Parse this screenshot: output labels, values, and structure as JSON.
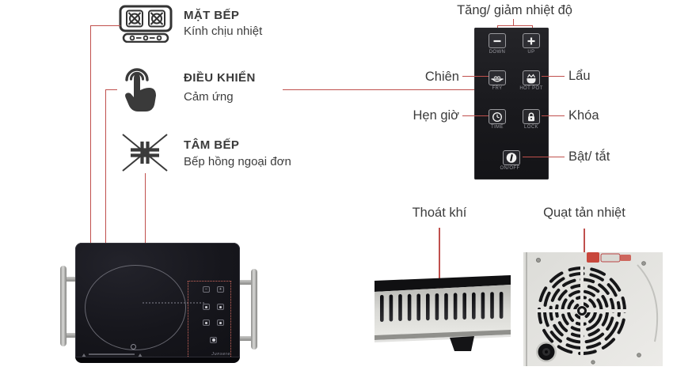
{
  "colors": {
    "accent_red": "#c0504d",
    "text": "#3b3b3b",
    "panel_black": "#1a1a1e"
  },
  "features": [
    {
      "title": "MẶT BẾP",
      "subtitle": "Kính chịu nhiệt"
    },
    {
      "title": "ĐIỀU KHIỂN",
      "subtitle": "Cảm ứng"
    },
    {
      "title": "TÂM BẾP",
      "subtitle": "Bếp hồng ngoại đơn"
    }
  ],
  "panel": {
    "temp_callout": "Tăng/ giảm nhiệt độ",
    "callouts": {
      "fry": "Chiên",
      "hotpot": "Lẩu",
      "time": "Hẹn giờ",
      "lock": "Khóa",
      "power": "Bật/ tắt"
    },
    "buttons": {
      "down": "DOWN",
      "up": "UP",
      "fry": "FRY",
      "hotpot": "HOT POT",
      "time": "TIME",
      "lock": "LOCK",
      "power": "ON/OFF"
    }
  },
  "photos": {
    "vent_label": "Thoát khí",
    "fan_label": "Quạt tản nhiệt"
  },
  "product": {
    "brand": "Junsere"
  }
}
